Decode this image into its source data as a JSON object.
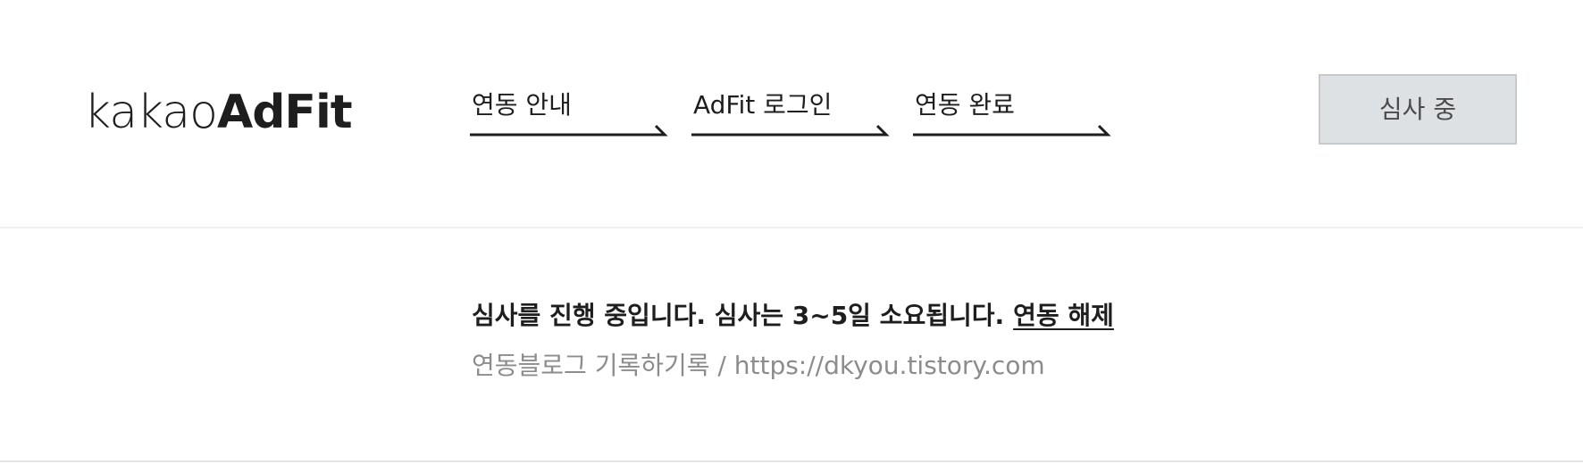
{
  "header": {
    "logo": {
      "light": "kakao",
      "bold": "AdFit"
    },
    "steps": [
      {
        "label": "연동 안내"
      },
      {
        "label": "AdFit 로그인"
      },
      {
        "label": "연동 완료"
      }
    ],
    "status_button": "심사 중"
  },
  "main": {
    "message": "심사를 진행 중입니다. 심사는 3~5일 소요됩니다.",
    "unlink_link": "연동 해제",
    "blog_info": "연동블로그 기록하기록 / https://dkyou.tistory.com"
  },
  "colors": {
    "text": "#1e1e1e",
    "muted": "#8c8c8c",
    "status_bg": "#dee1e4"
  }
}
